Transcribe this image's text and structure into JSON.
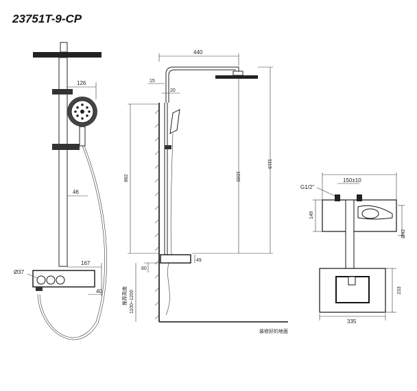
{
  "title": "23751T-9-CP",
  "front_view": {
    "dim_handshower_offset": "126",
    "dim_rail_to_hose": "46",
    "dim_mixer_depth": "167",
    "dim_knob_diameter": "Ø37",
    "dim_spout": "40"
  },
  "side_view": {
    "dim_arm_reach": "440",
    "dim_wall_gap_15": "15",
    "dim_bracket_20": "20",
    "dim_882": "882",
    "dim_1035": "1035",
    "dim_1119": "1119",
    "dim_60": "60",
    "dim_49": "49",
    "install_height_label": "推荐高度",
    "install_height_range": "1100~1200",
    "floor_label": "装修好的地面"
  },
  "install_view": {
    "dim_pitch": "150±10",
    "dim_thread": "G1/2\"",
    "dim_body_height": "149",
    "dim_outlet_diameter": "Ø42",
    "dim_plate_height": "233",
    "dim_plate_width": "335"
  },
  "colors": {
    "line": "#222222",
    "fill": "#111111",
    "background": "#ffffff"
  }
}
